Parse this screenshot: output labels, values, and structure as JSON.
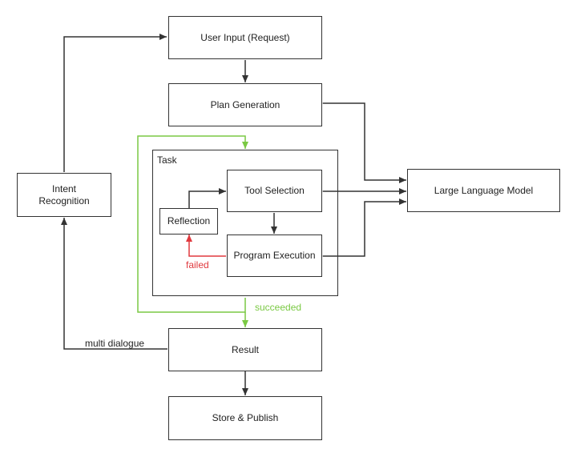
{
  "nodes": {
    "user_input": "User Input (Request)",
    "plan_generation": "Plan Generation",
    "task": "Task",
    "tool_selection": "Tool Selection",
    "reflection": "Reflection",
    "program_execution": "Program Execution",
    "llm": "Large Language Model",
    "intent_recognition": "Intent\nRecognition",
    "result": "Result",
    "store_publish": "Store & Publish"
  },
  "edge_labels": {
    "failed": "failed",
    "succeeded": "succeeded",
    "multi_dialogue": "multi dialogue"
  },
  "colors": {
    "line": "#333333",
    "success": "#7ac943",
    "failure": "#e0393e"
  }
}
